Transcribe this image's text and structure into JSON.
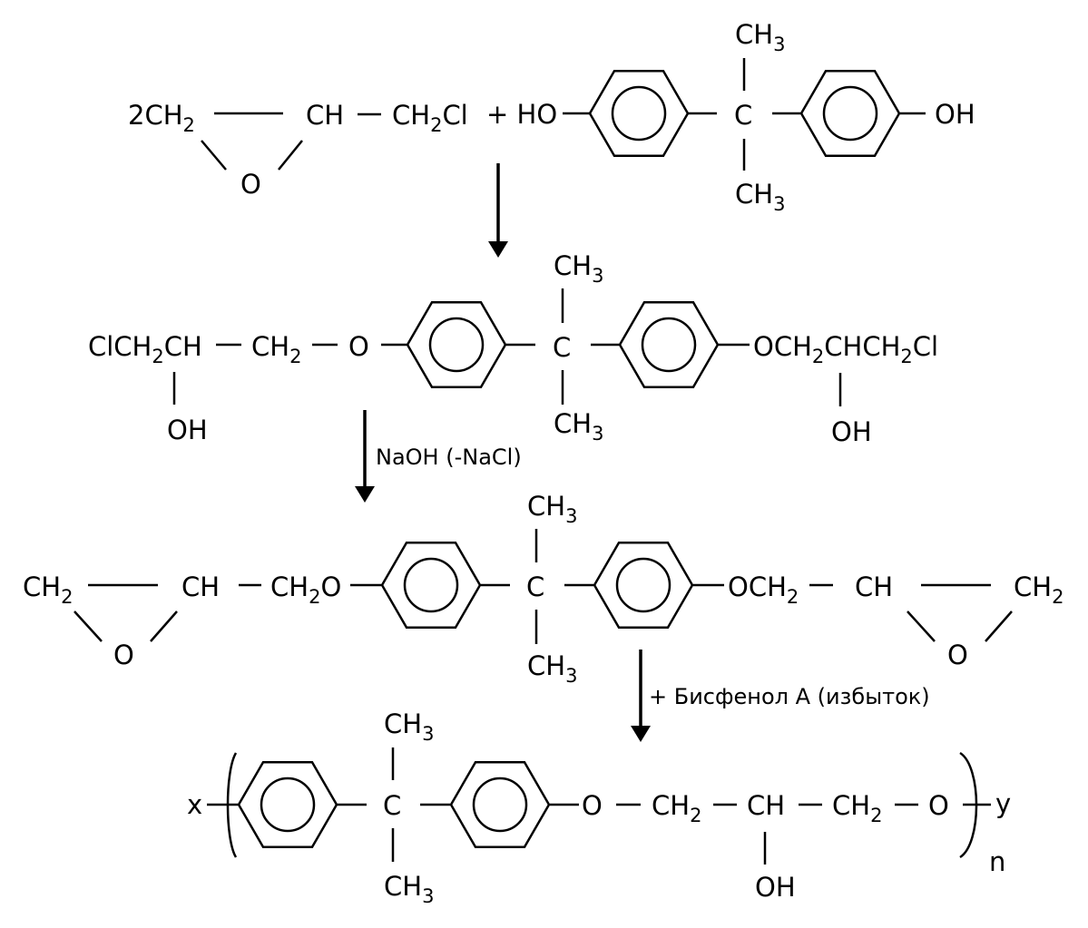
{
  "reactant_epi": {
    "prefix": "2CH",
    "ch2_sub": "2",
    "ch": "CH",
    "ch2cl_a": "CH",
    "ch2cl_sub": "2",
    "ch2cl_b": "Cl",
    "ring_o": "O"
  },
  "plus_ho": "+ HO",
  "bpa_top": {
    "ch3_top": "CH",
    "ch3_top_sub": "3",
    "c": "C",
    "ch3_bot": "CH",
    "ch3_bot_sub": "3",
    "oh": "OH"
  },
  "intermediate": {
    "left_a": "ClCH",
    "left_sub": "2",
    "left_b": "CH",
    "ch2": "CH",
    "ch2_sub": "2",
    "o": "O",
    "ch3_top": "CH",
    "ch3_top_sub": "3",
    "c": "C",
    "ch3_bot": "CH",
    "ch3_bot_sub": "3",
    "right_a": "OCH",
    "right_sub1": "2",
    "right_b": "CHCH",
    "right_sub2": "2",
    "right_c": "Cl",
    "oh_left": "OH",
    "oh_right": "OH"
  },
  "arrow2_label": "NaOH (-NaCl)",
  "diglycidyl": {
    "ch2_left": "CH",
    "ch2_left_sub": "2",
    "ch_left": "CH",
    "ch2o_a": "CH",
    "ch2o_sub": "2",
    "ch2o_b": "O",
    "o_left": "O",
    "ch3_top": "CH",
    "ch3_top_sub": "3",
    "c": "C",
    "ch3_bot": "CH",
    "ch3_bot_sub": "3",
    "och2_a": "OCH",
    "och2_sub": "2",
    "ch_right": "CH",
    "ch2_right": "CH",
    "ch2_right_sub": "2",
    "o_right": "O"
  },
  "arrow3_label": "+ Бисфенол А (избыток)",
  "polymer": {
    "x": "x",
    "ch3_top": "CH",
    "ch3_top_sub": "3",
    "c": "C",
    "ch3_bot": "CH",
    "ch3_bot_sub": "3",
    "o1": "O",
    "ch2a": "CH",
    "ch2a_sub": "2",
    "ch": "CH",
    "ch2b": "CH",
    "ch2b_sub": "2",
    "o2": "O",
    "y": "y",
    "n": "n",
    "oh": "OH"
  }
}
